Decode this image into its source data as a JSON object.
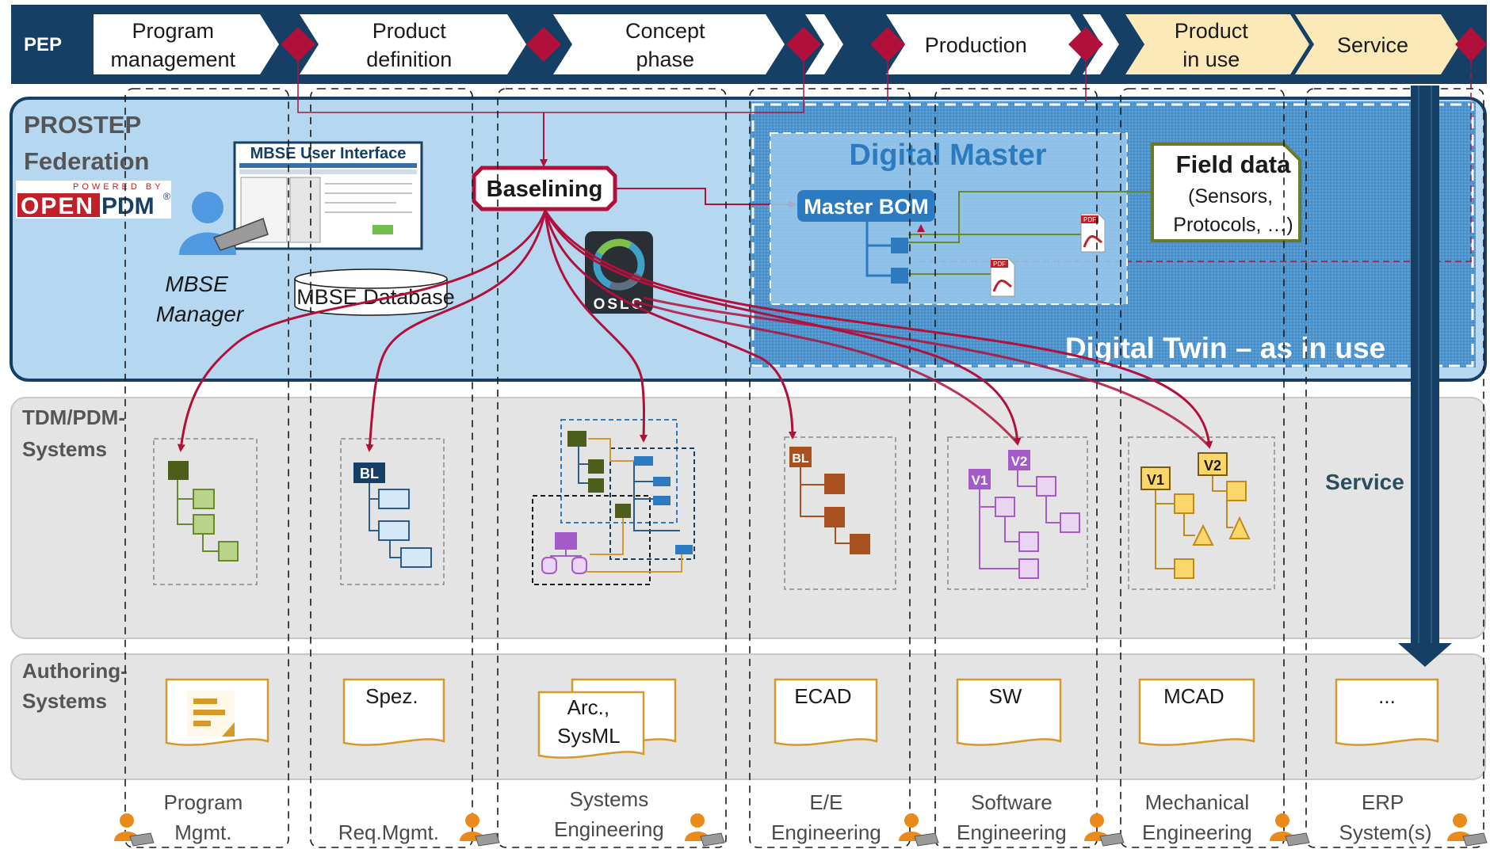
{
  "pep": {
    "label": "PEP",
    "phases": [
      {
        "l1": "Program",
        "l2": "management"
      },
      {
        "l1": "Product",
        "l2": "definition"
      },
      {
        "l1": "Concept",
        "l2": "phase"
      },
      {
        "l1": "Production",
        "l2": ""
      },
      {
        "l1": "Product",
        "l2": "in use"
      },
      {
        "l1": "Service",
        "l2": ""
      }
    ]
  },
  "federation": {
    "title_l1": "PROSTEP",
    "title_l2": "Federation",
    "powered_by": "POWERED BY",
    "logo_open": "OPEN",
    "logo_pdm": "PDM",
    "logo_reg": "®",
    "mbse_ui": "MBSE User Interface",
    "manager_l1": "MBSE",
    "manager_l2": "Manager",
    "database": "MBSE Database",
    "baselining": "Baselining",
    "oslc": "OSLC",
    "digital_master": "Digital Master",
    "master_bom": "Master BOM",
    "field_title": "Field data",
    "field_l1": "(Sensors,",
    "field_l2": "Protocols, …)",
    "digital_twin": "Digital Twin – as in use",
    "pdf": "PDF"
  },
  "tdm": {
    "label_l1": "TDM/PDM-",
    "label_l2": "Systems",
    "bl": "BL",
    "v1": "V1",
    "v2": "V2",
    "service": "Service"
  },
  "authoring": {
    "label_l1": "Authoring-",
    "label_l2": "Systems",
    "docs": [
      "",
      "Spez.",
      "Arc.,|SysML",
      "ECAD",
      "SW",
      "MCAD",
      "..."
    ]
  },
  "roles": [
    {
      "l1": "Program",
      "l2": "Mgmt."
    },
    {
      "l1": "",
      "l2": "Req.Mgmt."
    },
    {
      "l1": "Systems",
      "l2": "Engineering"
    },
    {
      "l1": "E/E",
      "l2": "Engineering"
    },
    {
      "l1": "Software",
      "l2": "Engineering"
    },
    {
      "l1": "Mechanical",
      "l2": "Engineering"
    },
    {
      "l1": "ERP",
      "l2": "System(s)"
    }
  ],
  "colors": {
    "pep_dark": "#163f66",
    "diamond": "#b0103a",
    "fed_blue": "#b6d7f0",
    "twin_blue": "#5a9fd4",
    "arrow_red": "#b0103a",
    "gray_band": "#e4e4e4",
    "doc_orange": "#d59a2a",
    "person_orange": "#e98a1a"
  }
}
